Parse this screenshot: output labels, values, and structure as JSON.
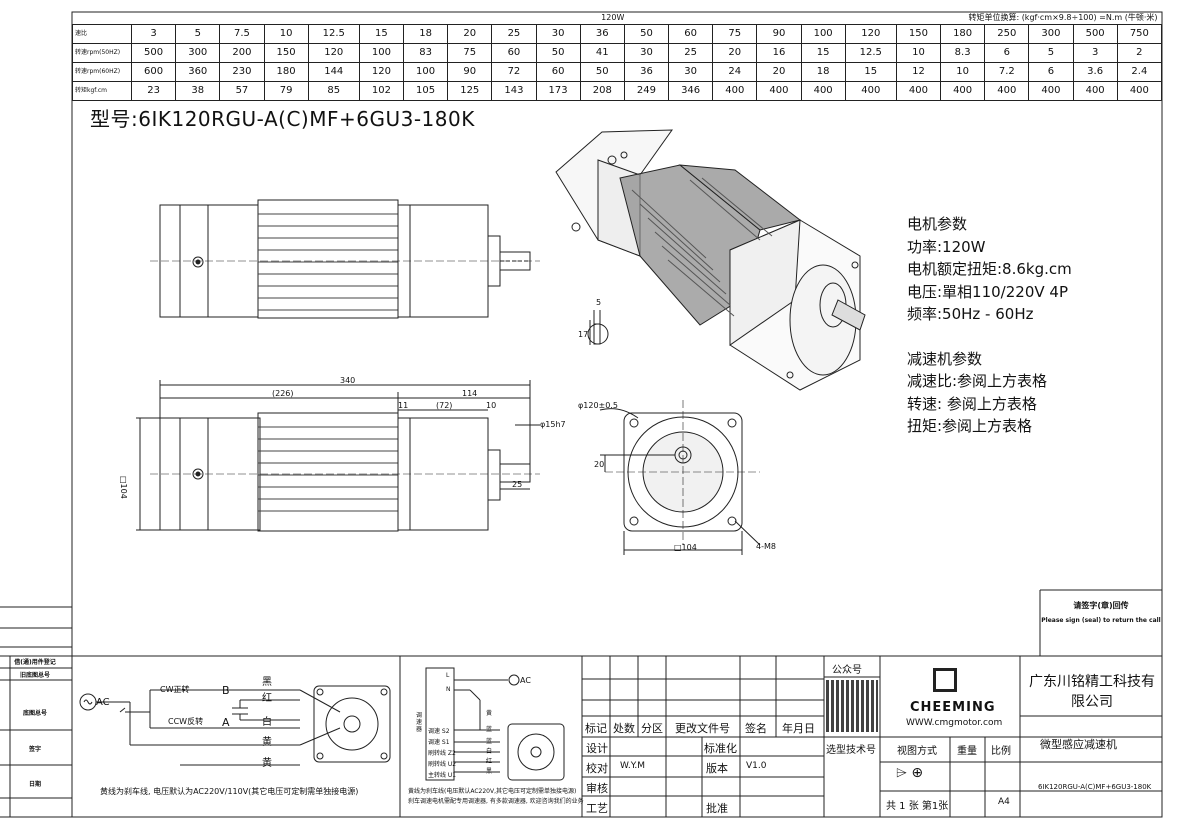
{
  "spec_table": {
    "title": "120W",
    "unit_note": "转矩单位换算: (kgf·cm×9.8÷100) =N.m (牛顿·米)",
    "rows": [
      {
        "label": "速比",
        "values": [
          "3",
          "5",
          "7.5",
          "10",
          "12.5",
          "15",
          "18",
          "20",
          "25",
          "30",
          "36",
          "50",
          "60",
          "75",
          "90",
          "100",
          "120",
          "150",
          "180",
          "250",
          "300",
          "500",
          "750"
        ]
      },
      {
        "label": "转速rpm(50HZ)",
        "values": [
          "500",
          "300",
          "200",
          "150",
          "120",
          "100",
          "83",
          "75",
          "60",
          "50",
          "41",
          "30",
          "25",
          "20",
          "16",
          "15",
          "12.5",
          "10",
          "8.3",
          "6",
          "5",
          "3",
          "2"
        ]
      },
      {
        "label": "转速rpm(60HZ)",
        "values": [
          "600",
          "360",
          "230",
          "180",
          "144",
          "120",
          "100",
          "90",
          "72",
          "60",
          "50",
          "36",
          "30",
          "24",
          "20",
          "18",
          "15",
          "12",
          "10",
          "7.2",
          "6",
          "3.6",
          "2.4"
        ]
      },
      {
        "label": "转矩kgf.cm",
        "values": [
          "23",
          "38",
          "57",
          "79",
          "85",
          "102",
          "105",
          "125",
          "143",
          "173",
          "208",
          "249",
          "346",
          "400",
          "400",
          "400",
          "400",
          "400",
          "400",
          "400",
          "400",
          "400",
          "400"
        ]
      }
    ]
  },
  "model": "型号:6IK120RGU-A(C)MF+6GU3-180K",
  "motor_params": {
    "heading": "电机参数",
    "lines": [
      "功率:120W",
      "电机额定扭矩:8.6kg.cm",
      "电压:單相110/220V 4P",
      "频率:50Hz - 60Hz"
    ]
  },
  "reducer_params": {
    "heading": "减速机参数",
    "lines": [
      "减速比:参阅上方表格",
      "转速: 参阅上方表格",
      "扭矩:参阅上方表格"
    ]
  },
  "dimensions": {
    "total": "340",
    "motor": "(226)",
    "gear": "114",
    "flange": "(72)",
    "d11": "11",
    "d10": "10",
    "shaft": "25",
    "shaft_dia": "φ15h7",
    "square": "□104",
    "pcd": "φ120±0.5",
    "d20": "20",
    "holes": "4-M8",
    "key_w": "5",
    "key_h": "17"
  },
  "wiring_left": {
    "ac": "AC",
    "cw": "CW正转",
    "ccw": "CCW反转",
    "b": "B",
    "a": "A",
    "colors": [
      "黑",
      "红",
      "白",
      "黄",
      "黄"
    ],
    "note": "黄线为刹车线, 电压默认为AC220V/110V(其它电压可定制需单独接电源)"
  },
  "wiring_right": {
    "ac": "AC",
    "ports": [
      "调速 S2",
      "调速 S1",
      "刷转线 Z2",
      "刷转线 U2",
      "主转线 U1"
    ],
    "terms": [
      "L",
      "N"
    ],
    "colors": [
      "黄",
      "蓝",
      "蓝",
      "白",
      "红",
      "黑"
    ],
    "side": "调速器",
    "note1": "黄线为刹车线(电压默认AC220V,其它电压可定制需单独接电源)",
    "note2": "刹车调速电机需配专用调速器, 有多款调速器, 欢迎咨询我们的业务"
  },
  "left_titleblock": [
    "借(通)用件登记",
    "旧底图总号",
    "底图总号",
    "签字",
    "日期"
  ],
  "stamp": {
    "line1": "请签字(章)回传",
    "line2": "Please sign (seal) to return the call"
  },
  "title_block": {
    "row_labels": [
      "标记",
      "处数",
      "分区",
      "更改文件号",
      "签名",
      "年月日"
    ],
    "design": "设计",
    "standard": "标准化",
    "check": "校对",
    "checker": "W.Y.M",
    "version_label": "版本",
    "version": "V1.0",
    "review": "审核",
    "process": "工艺",
    "approve": "批准",
    "wechat": "公众号",
    "select_tech": "选型技术号",
    "brand": "CHEEMING",
    "website": "WWW.cmgmotor.com",
    "company": "广东川铭精工科技有限公司",
    "product": "微型感应减速机",
    "view": "视图方式",
    "weight": "重量",
    "scale": "比例",
    "sheets": "共 1 张 第1张",
    "paper": "A4",
    "model": "6IK120RGU-A(C)MF+6GU3-180K"
  }
}
